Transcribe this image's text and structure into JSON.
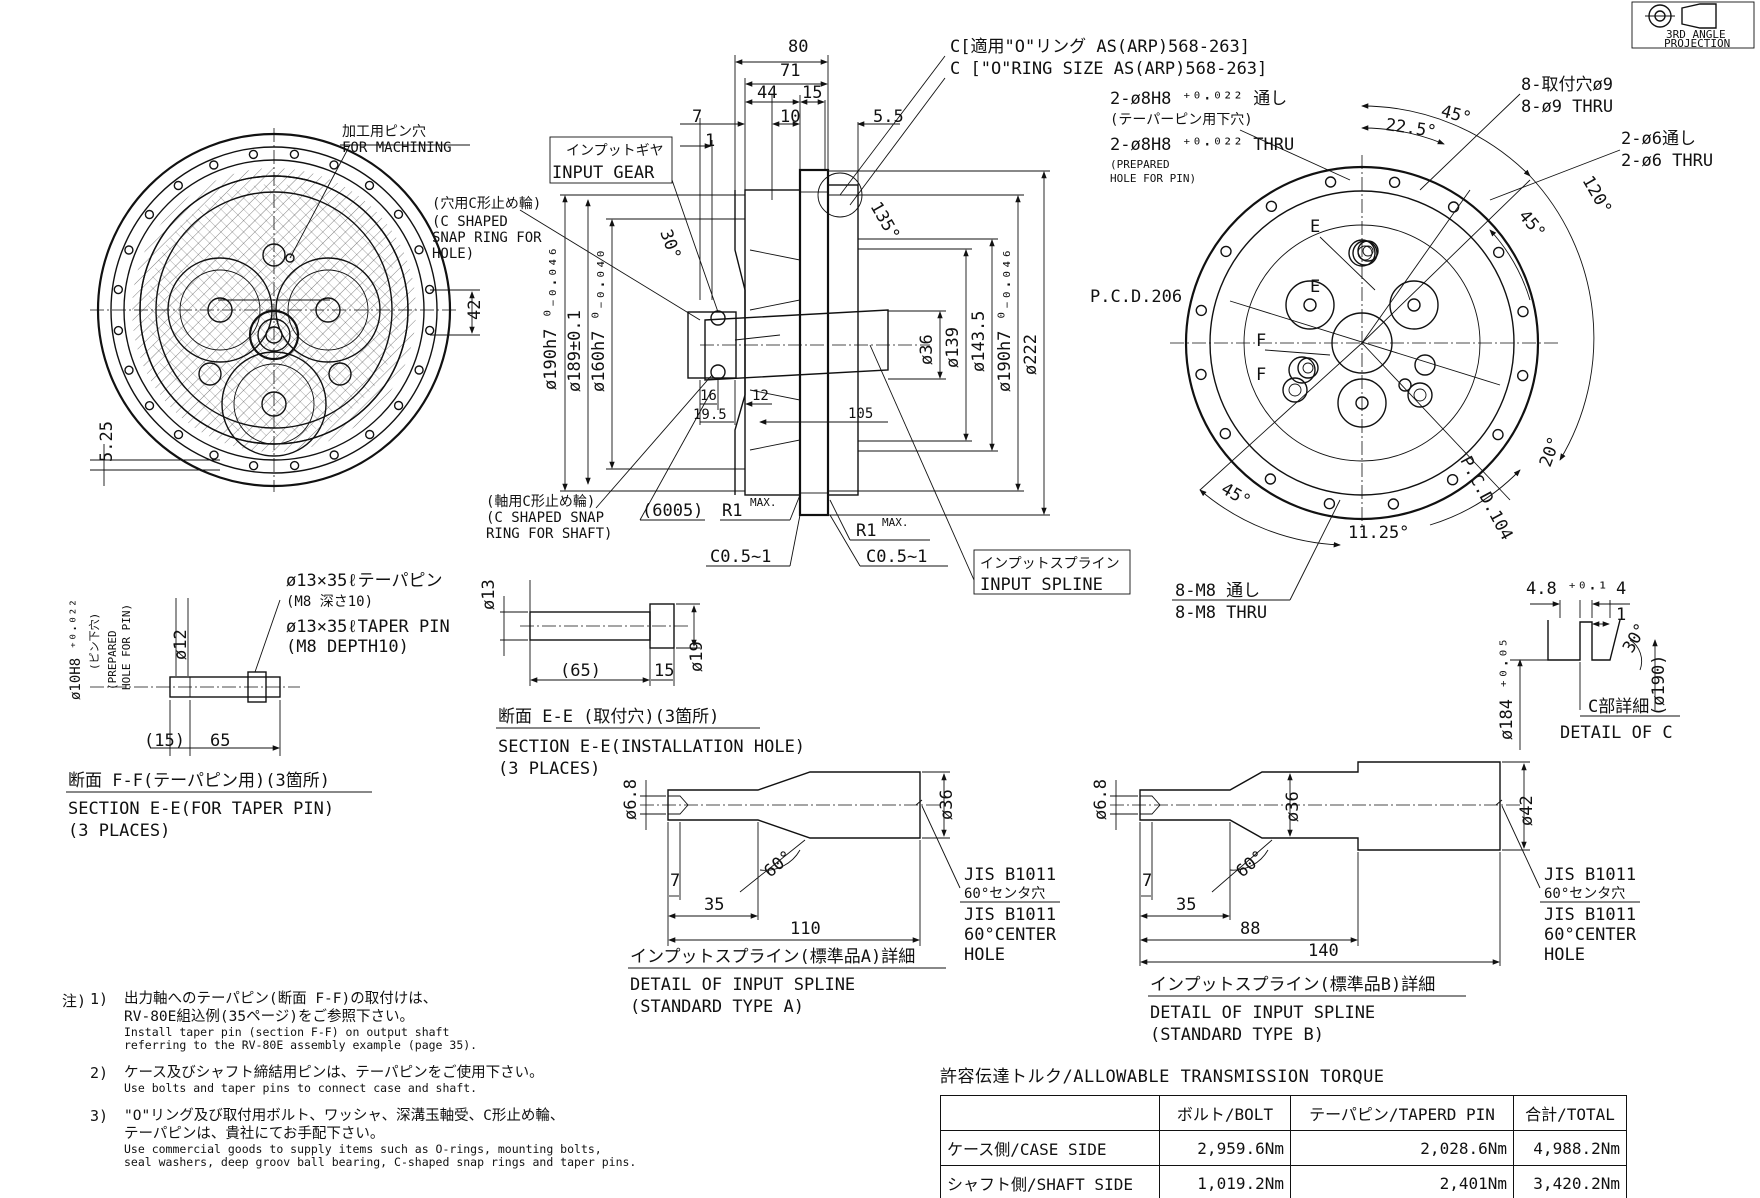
{
  "projection_label": [
    "3RD ANGLE",
    "PROJECTION"
  ],
  "front_view": {
    "label_jp": "加工用ピン穴",
    "label_en": "FOR MACHINING",
    "dim_42": "42",
    "dim_525": "5.25"
  },
  "side_view": {
    "dims": {
      "d80": "80",
      "d71": "71",
      "d44": "44",
      "d15": "15",
      "d10": "10",
      "d7": "7",
      "d1": "1",
      "d55": "5.5",
      "d30": "30°",
      "d135": "135°",
      "d16": "16",
      "d195": "19.5",
      "d12": "12",
      "d105": "105",
      "phi190a": "ø190h7 ⁰₋₀.₀₄₆",
      "phi189": "ø189±0.1",
      "phi160": "ø160h7 ⁰₋₀.₀₄₀",
      "phi36": "ø36",
      "phi139": "ø139",
      "phi1435": "ø143.5",
      "phi190b": "ø190h7 ⁰₋₀.₀₄₆",
      "phi222": "ø222",
      "b6005": "(6005)",
      "r1a": "R1",
      "r1b": "R1",
      "max": "MAX.",
      "c05a": "C0.5~1",
      "c05b": "C0.5~1"
    },
    "oring_jp": "C[適用\"O\"リング AS(ARP)568-263]",
    "oring_en": "C [\"O\"RING SIZE AS(ARP)568-263]",
    "input_gear_jp": "インプットギヤ",
    "input_gear_en": "INPUT GEAR",
    "snap_hole_jp": "(穴用C形止め輪)",
    "snap_hole_en": [
      "(C SHAPED",
      "SNAP RING FOR",
      "HOLE)"
    ],
    "snap_shaft_jp": "(軸用C形止め輪)",
    "snap_shaft_en": [
      "(C SHAPED SNAP",
      "RING FOR SHAFT)"
    ],
    "spline_jp": "インプットスプライン",
    "spline_en": "INPUT SPLINE"
  },
  "rear_view": {
    "pin_hole": [
      "2-ø8H8 ⁺⁰·⁰²² 通し",
      "(テーパーピン用下穴)",
      "2-ø8H8 ⁺⁰·⁰²² THRU",
      "(PREPARED",
      "HOLE FOR PIN)"
    ],
    "mount_hole_jp": "8-取付穴ø9",
    "mount_hole_en": "8-ø9 THRU",
    "hole6_jp": "2-ø6通し",
    "hole6_en": "2-ø6 THRU",
    "a45a": "45°",
    "a225": "22.5°",
    "a120": "120°",
    "a45b": "45°",
    "a45c": "45°",
    "a1125": "11.25°",
    "a20": "20°",
    "pcd206": "P.C.D.206",
    "pcd104": "P.C.D.104",
    "m8_jp": "8-M8 通し",
    "m8_en": "8-M8 THRU",
    "e": "E",
    "f": "F"
  },
  "detail_c": {
    "d48": "4.8 ⁺⁰·¹",
    "d4": "4",
    "d1": "1",
    "a30": "30°",
    "phi190": "(ø190)",
    "phi184": "ø184 ⁺⁰·⁰⁵",
    "title_jp": "C部詳細",
    "title_en": "DETAIL OF C"
  },
  "section_f": {
    "pin_jp": [
      "ø13×35ℓテーパピン",
      "(M8 深さ10)"
    ],
    "pin_en": [
      "ø13×35ℓTAPER PIN",
      "(M8 DEPTH10)"
    ],
    "phi10": "ø10H8 ⁺⁰·⁰²²",
    "prep_jp": "(ピン下穴)",
    "prep_en": [
      "(PREPARED",
      "HOLE FOR PIN)"
    ],
    "phi12": "ø12",
    "d15": "(15)",
    "d65": "65",
    "title_jp": "断面 F-F(テーパピン用)(3箇所)",
    "title_en": [
      "SECTION E-E(FOR TAPER PIN)",
      "(3 PLACES)"
    ]
  },
  "section_e": {
    "phi13": "ø13",
    "phi19": "ø19",
    "d65": "(65)",
    "d15": "15",
    "title_jp": "断面 E-E (取付穴)(3箇所)",
    "title_en": [
      "SECTION E-E(INSTALLATION HOLE)",
      "(3 PLACES)"
    ]
  },
  "spline_a": {
    "phi68": "ø6.8",
    "phi36": "ø36",
    "d7": "7",
    "d35": "35",
    "d110": "110",
    "a60": "60°",
    "jis": [
      "JIS B1011",
      "60°センタ穴",
      "JIS B1011",
      "60°CENTER",
      "HOLE"
    ],
    "title_jp": "インプットスプライン(標準品A)詳細",
    "title_en": [
      "DETAIL OF INPUT SPLINE",
      "(STANDARD TYPE A)"
    ]
  },
  "spline_b": {
    "phi68": "ø6.8",
    "phi36": "ø36",
    "phi42": "ø42",
    "d7": "7",
    "d35": "35",
    "d88": "88",
    "d140": "140",
    "a60": "60°",
    "jis": [
      "JIS B1011",
      "60°センタ穴",
      "JIS B1011",
      "60°CENTER",
      "HOLE"
    ],
    "title_jp": "インプットスプライン(標準品B)詳細",
    "title_en": [
      "DETAIL OF INPUT SPLINE",
      "(STANDARD TYPE B)"
    ]
  },
  "notes": {
    "head": "注)",
    "items": [
      {
        "num": "1)",
        "jp": [
          "出力軸へのテーパピン(断面 F-F)の取付けは、",
          "RV-80E組込例(35ページ)をご参照下さい。"
        ],
        "en": [
          "Install taper pin (section F-F) on output shaft",
          "referring to the RV-80E assembly example (page 35)."
        ]
      },
      {
        "num": "2)",
        "jp": [
          "ケース及びシャフト締結用ピンは、テーパピンをご使用下さい。"
        ],
        "en": [
          "Use bolts and taper pins to connect case and shaft."
        ]
      },
      {
        "num": "3)",
        "jp": [
          "\"O\"リング及び取付用ボルト、ワッシャ、深溝玉軸受、C形止め輪、",
          "テーパピンは、貴社にてお手配下さい。"
        ],
        "en": [
          "Use commercial goods to supply items such as O-rings, mounting bolts,",
          "seal washers, deep groov ball bearing, C-shaped snap rings and taper pins."
        ]
      }
    ]
  },
  "torque_table": {
    "title": "許容伝達トルク/ALLOWABLE TRANSMISSION TORQUE",
    "headers": [
      "",
      "ボルト/BOLT",
      "テーパピン/TAPERD PIN",
      "合計/TOTAL"
    ],
    "rows": [
      [
        "ケース側/CASE SIDE",
        "2,959.6Nm",
        "2,028.6Nm",
        "4,988.2Nm"
      ],
      [
        "シャフト側/SHAFT SIDE",
        "1,019.2Nm",
        "2,401Nm",
        "3,420.2Nm"
      ]
    ]
  }
}
